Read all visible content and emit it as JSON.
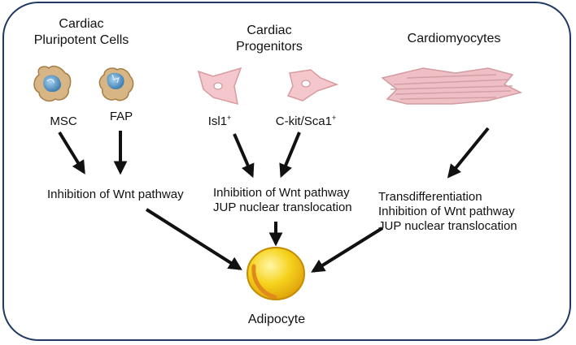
{
  "headers": {
    "pluripotent": [
      "Cardiac",
      "Pluripotent Cells"
    ],
    "progenitors": [
      "Cardiac",
      "Progenitors"
    ],
    "cardiomyocytes": "Cardiomyocytes"
  },
  "cells": {
    "msc": "MSC",
    "fap": "FAP",
    "isl1": {
      "text": "Isl1",
      "sup": "+"
    },
    "ckit": {
      "text": "C-kit/Sca1",
      "sup": "+"
    }
  },
  "mechanisms": {
    "pluripotent": "Inhibition of Wnt pathway",
    "progenitors": [
      "Inhibition of Wnt pathway",
      "JUP nuclear translocation"
    ],
    "cardiomyocytes": [
      "Transdifferentiation",
      "Inhibition of Wnt pathway",
      "JUP nuclear translocation"
    ]
  },
  "outcome": "Adipocyte",
  "colors": {
    "frame": "#1f3864",
    "cell_body": "#d8b584",
    "cell_nucleus": "#5c98c6",
    "progenitor": "#f3c7cb",
    "cardiomyocyte": "#eec0c5",
    "adipocyte": "#f6d21c"
  }
}
